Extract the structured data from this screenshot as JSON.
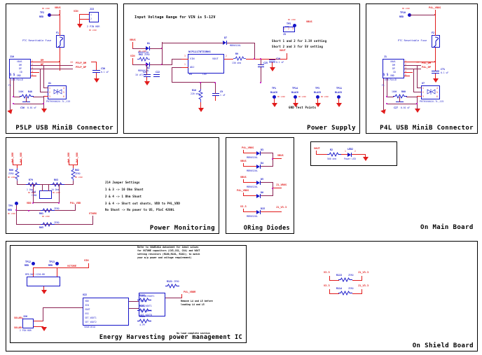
{
  "sheet": {
    "background": "#ffffff",
    "wire_red": "#e11b1b",
    "wire_purple": "#8b2252",
    "symbol_blue": "#1414c8",
    "junction": "#c800c8"
  },
  "sections": {
    "p5lp": {
      "title": "P5LP USB MiniB Connector",
      "connector": {
        "ref": "J10",
        "type": "USB MiniB",
        "pins": [
          "VBUS",
          "DM",
          "DP",
          "ID",
          "GND"
        ],
        "pin_numbers": [
          "1",
          "2",
          "3",
          "4",
          "5"
        ],
        "shield_label": "S S"
      },
      "fuse": {
        "ref": "F1",
        "desc": "PTC Resettable Fuse"
      },
      "testpoint": {
        "ref": "TP2",
        "color": "RED",
        "note": "NO LOAD"
      },
      "header": {
        "ref": "J13",
        "desc": "2 PIN HDR",
        "note": "NO LOAD",
        "net": "VIN",
        "pins": [
          "1",
          "2"
        ]
      },
      "esd": {
        "ref": "U1",
        "part": "PRTR5V0U2X-TL,115",
        "pins": [
          "1",
          "2",
          "3",
          "4",
          "5",
          "6"
        ]
      },
      "resistor": {
        "ref": "R48",
        "value": "100K"
      },
      "caps": [
        {
          "ref": "C36",
          "value": "0.01 uF"
        },
        {
          "ref": "C30",
          "value": "0.1 uF"
        }
      ],
      "nets": [
        "VBUS",
        "DM",
        "DP",
        "P5LP_DM",
        "P5LP_DP"
      ]
    },
    "power_supply": {
      "title": "Power Supply",
      "note_input_range": "Input Voltage Range for VIN is 5-12V",
      "jumper_notes": [
        "Short 1 and 2 for 3.3V setting",
        "Short 2 and 3 for 5V setting"
      ],
      "jumper": {
        "ref": "J3",
        "pins": [
          "1",
          "2",
          "3"
        ]
      },
      "nets": [
        "VBUS",
        "VIN",
        "VOUT",
        "VBUS"
      ],
      "diodes": [
        {
          "ref": "D1",
          "part": "MBR0520L"
        },
        {
          "ref": "D2",
          "part": "MBR0520L"
        },
        {
          "ref": "D7",
          "part": "MBR0520L"
        }
      ],
      "resistors": [
        {
          "ref": "R62",
          "value": "ZERO",
          "note": "NO LOAD"
        },
        {
          "ref": "R9",
          "value": "130 ohm"
        },
        {
          "ref": "R10",
          "value": "220 ohm"
        }
      ],
      "regulator": {
        "ref": "U3",
        "part": "NCP1117DT33RKG",
        "pins": [
          "VIN",
          "VOUT",
          "ADJ"
        ],
        "sub": "LDO",
        "pin_numbers": [
          "3",
          "2",
          "1"
        ]
      },
      "caps": [
        {
          "ref": "C24",
          "value": "10 uF/25v"
        },
        {
          "ref": "C22",
          "value": "0.1 uF"
        },
        {
          "ref": "C25",
          "value": "10 uF"
        },
        {
          "ref": "C9",
          "value": "1 uF"
        },
        {
          "ref": "C10",
          "value": "0.1 uF"
        }
      ],
      "testpoint_vout": {
        "ref": "TP5",
        "color": "RED",
        "note": "NO LOAD"
      },
      "gnd_testpoints_label": "GND Test Points",
      "gnd_testpoints": [
        {
          "ref": "TP1",
          "color": "BLACK",
          "note": "NO LOAD"
        },
        {
          "ref": "TP14",
          "color": "BLACK",
          "note": "NO LOAD"
        },
        {
          "ref": "TP3",
          "color": "BLACK",
          "note": "NO LOAD"
        },
        {
          "ref": "TP11",
          "color": "BLACK",
          "note": "NO LOAD"
        }
      ]
    },
    "p4l": {
      "title": "P4L USB MiniB Connector",
      "connector": {
        "ref": "J1",
        "type": "USB MiniB",
        "pins": [
          "VBUS",
          "DM",
          "DP",
          "ID",
          "GND"
        ],
        "pin_numbers": [
          "1",
          "2",
          "3",
          "4",
          "5"
        ],
        "shield_label": "S S"
      },
      "fuse": {
        "ref": "F2",
        "desc": "PTC Resettable Fuse"
      },
      "testpoint": {
        "ref": "TP10",
        "color": "RED",
        "note": "NO LOAD"
      },
      "esd": {
        "ref": "U7",
        "part": "PRTR5V0U2X-TL,115",
        "pins": [
          "1",
          "2",
          "3",
          "4",
          "5",
          "6"
        ]
      },
      "resistor": {
        "ref": "R60",
        "value": "100K"
      },
      "caps": [
        {
          "ref": "C27",
          "value": "0.01 uF"
        },
        {
          "ref": "C71",
          "value": "0.1 uF"
        }
      ],
      "nets": [
        "P4L_VBUS",
        "P4L_DM",
        "P4L_DP"
      ]
    },
    "power_monitoring": {
      "title": "Power Monitoring",
      "notes_title": "J14 Jumper Settings",
      "notes": [
        "1 & 3 -> 10 Ohm Shunt",
        "2 & 4 -> 1 Ohm Shunt",
        "3 & 4 -> Short out shunts, VDD to P4L_VDD",
        "No Shunt  -> No power to U5, PSoC 4200L"
      ],
      "flags": [
        "P4L_VDD",
        "P4L_VDD",
        "P4L_VDD",
        "P4L_VDD"
      ],
      "resistors": [
        {
          "ref": "R66",
          "value": "ZERO",
          "note": "NO LOAD"
        },
        {
          "ref": "R62",
          "value": "ZERO",
          "note": "NO LOAD"
        },
        {
          "ref": "R79",
          "value": "1 Ohm",
          "note": "NO LOAD"
        },
        {
          "ref": "R83",
          "value": "10 Ohm",
          "note": "NO LOAD"
        },
        {
          "ref": "R61",
          "value": "ZERO",
          "note": "NO LOAD"
        },
        {
          "ref": "R65",
          "value": "ZERO"
        }
      ],
      "jumper": {
        "ref": "J14",
        "value": "CON4"
      },
      "testpoint": {
        "ref": "TP9",
        "color": "RED",
        "note": "NO LOAD"
      },
      "nets": [
        "VDD",
        "P4L_VDD",
        "VTARG"
      ]
    },
    "oring": {
      "title": "ORing Diodes",
      "groups": [
        {
          "in_a": "P4L_VBUS",
          "in_b": "VBUS",
          "out": "VBUS",
          "diodes": [
            {
              "ref": "D3",
              "part": "MBR0520L"
            },
            {
              "ref": "D4",
              "part": "MBR0520L"
            }
          ]
        },
        {
          "in_a": "VBUS",
          "in_b": "P4L_VBUS",
          "out": "J1_VBUS",
          "diodes": [
            {
              "ref": "D5",
              "part": "MBR0520L"
            },
            {
              "ref": "D6",
              "part": "MBR0520L"
            }
          ]
        },
        {
          "in_a": "V3.3",
          "in_b": "",
          "out": "J1_V3.3",
          "diodes": [
            {
              "ref": "D15",
              "part": "MBR0520L"
            }
          ]
        }
      ]
    },
    "main_board": {
      "title": "On Main Board",
      "led_circuit": {
        "net_in": "VOUT",
        "resistor": {
          "ref": "R2",
          "value": "560 ohm"
        },
        "led": {
          "ref": "LED2",
          "desc": "Power LED",
          "pins": [
            "1",
            "2"
          ]
        }
      }
    },
    "shield_board": {
      "title": "On Shield Board",
      "inner_title": "Energy Harvesting power management IC",
      "note_block": [
        "Refer to S6AE101A datasheet for ideal values",
        "for VSTORE capacitors (CX5,CX1, CX4) and VOUT",
        "setting resistors (R100,R101, R102); to match",
        "your m/p power and voltage requirement)"
      ],
      "note_remove": [
        "Remove L4 and L5 before",
        "loading L4 and L5"
      ],
      "note_noload": "No load complete section",
      "ic": {
        "ref": "U22",
        "part": "S6AE101A",
        "pins_left": [
          "VDD",
          "VIN",
          "VOUT",
          "VSS",
          "SET_VOUT1",
          "SET_VOUT2"
        ],
        "pins_right": [
          "VSTOR/VOUT1",
          "VOUT1",
          "SET_VOUT1",
          "SET_VOUT2",
          "SET_VOUTB"
        ]
      },
      "testpoints": [
        {
          "ref": "TP12",
          "color": "RED"
        },
        {
          "ref": "TP13",
          "color": "RED"
        }
      ],
      "net_labels": [
        "VIN",
        "VSTORE",
        "VDD",
        "VOUT",
        "SOLAR+",
        "SOLAR-",
        "P4L_VDDR",
        "P4L_VDD",
        "V3.3",
        "J1_V3.3"
      ],
      "connector": {
        "ref": "J26",
        "desc": "2 PIN HDR"
      },
      "module": {
        "ref": "MPD_BAT-1220-BD",
        "desc": ""
      },
      "resistors": [
        {
          "ref": "R121",
          "value": "ZERO"
        },
        {
          "ref": "R100",
          "value": "4.7M"
        },
        {
          "ref": "R101",
          "value": "4.7M"
        },
        {
          "ref": "R102",
          "value": "4.7M"
        },
        {
          "ref": "R113",
          "value": "ZERO"
        },
        {
          "ref": "R114",
          "value": "ZERO"
        }
      ]
    }
  }
}
